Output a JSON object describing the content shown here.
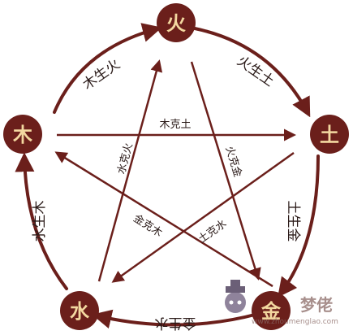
{
  "elements": {
    "fire": "火",
    "earth": "土",
    "metal": "金",
    "water": "水",
    "wood": "木"
  },
  "generating": {
    "wood_fire": "木生火",
    "fire_earth": "火生土",
    "earth_metal": "土生金",
    "metal_water": "金生水",
    "water_wood": "水生木"
  },
  "overcoming": {
    "wood_earth": "木克土",
    "water_fire": "水克火",
    "fire_metal": "火克金",
    "metal_wood": "金克木",
    "earth_water": "土克水"
  },
  "watermark": {
    "brand": "梦佬",
    "url": "www.zhoumenglao.com"
  },
  "colors": {
    "primary": "#6b1f1b",
    "node_text": "#f3d8a0",
    "label_text": "#2a1a18"
  }
}
